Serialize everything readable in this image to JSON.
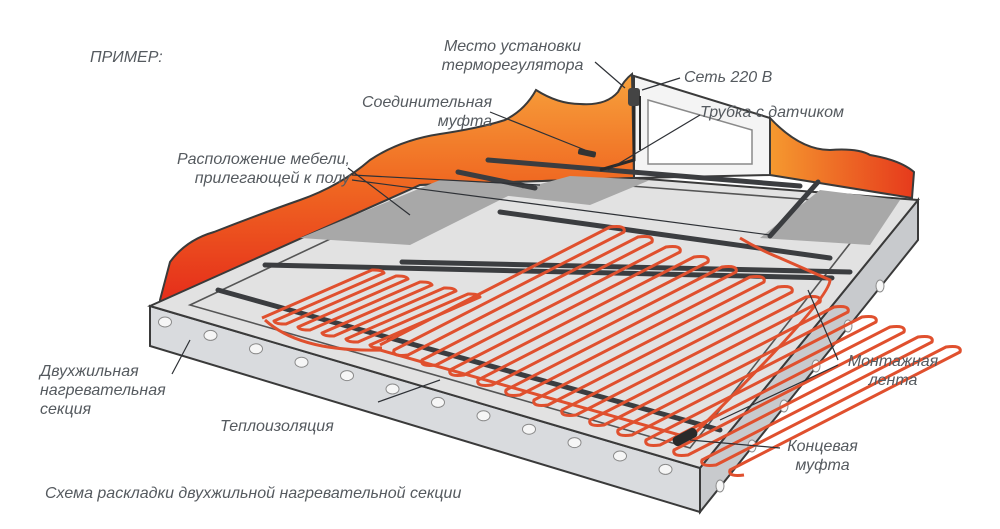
{
  "header": {
    "example_label": "ПРИМЕР:"
  },
  "labels": {
    "thermostat_location": [
      "Место установки",
      "терморегулятора"
    ],
    "mains": "Сеть 220 В",
    "connector_sleeve": [
      "Соединительная",
      "муфта"
    ],
    "sensor_tube": "Трубка с датчиком",
    "furniture": [
      "Расположение мебели,",
      "прилегающей к полу"
    ],
    "twin_core_section": [
      "Двухжильная",
      "нагревательная",
      "секция"
    ],
    "insulation": "Теплоизоляция",
    "mounting_tape": [
      "Монтажная",
      "лента"
    ],
    "end_sleeve": [
      "Концевая",
      "муфта"
    ]
  },
  "caption": "Схема раскладки двухжильной нагревательной секции",
  "colors": {
    "wall_orange": "#f07a2a",
    "wall_red": "#e8301c",
    "cable": "#e0502e",
    "tape": "#3b3d40",
    "floor": "#e1e1e1",
    "furniture_zone": "#a9a9a9",
    "slab": "#d7d9dc",
    "leader": "#2e3136",
    "text": "#555a5f"
  }
}
